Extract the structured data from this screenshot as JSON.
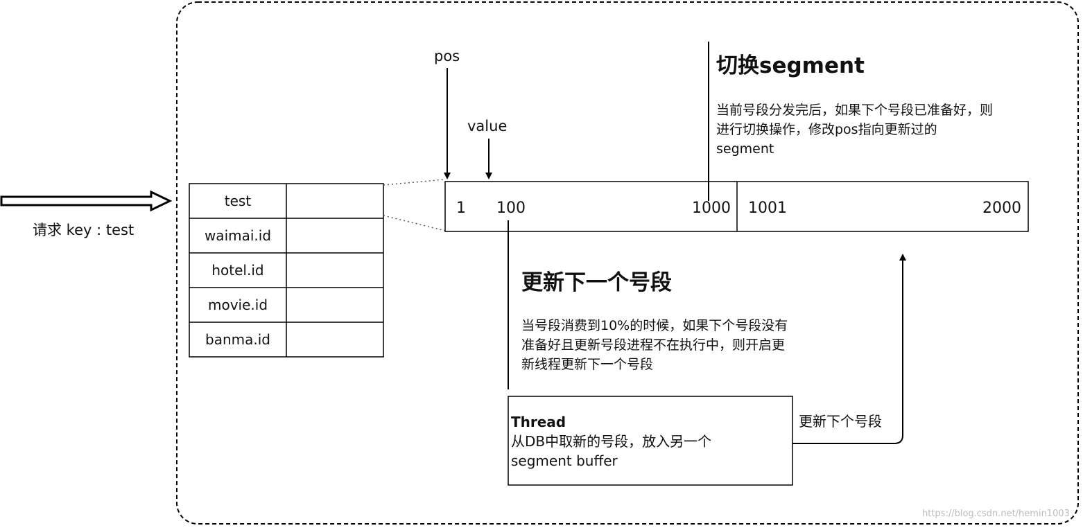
{
  "request_label": "请求 key : test",
  "keys": [
    "test",
    "waimai.id",
    "hotel.id",
    "movie.id",
    "banma.id"
  ],
  "pointers": {
    "pos": "pos",
    "value": "value"
  },
  "segment1": {
    "start": "1",
    "current": "100",
    "end": "1000"
  },
  "segment2": {
    "start": "1001",
    "end": "2000"
  },
  "switch_note": {
    "title": "切换segment",
    "body": "当前号段分发完后，如果下个号段已准备好，则进行切换操作，修改pos指向更新过的segment"
  },
  "update_note": {
    "title": "更新下一个号段",
    "body": "当号段消费到10%的时候，如果下个号段没有准备好且更新号段进程不在执行中，则开启更新线程更新下一个号段"
  },
  "thread_box": {
    "title": "Thread",
    "body": "从DB中取新的号段，放入另一个segment buffer"
  },
  "edge_label": "更新下个号段",
  "watermark": "https://blog.csdn.net/hemin1003"
}
